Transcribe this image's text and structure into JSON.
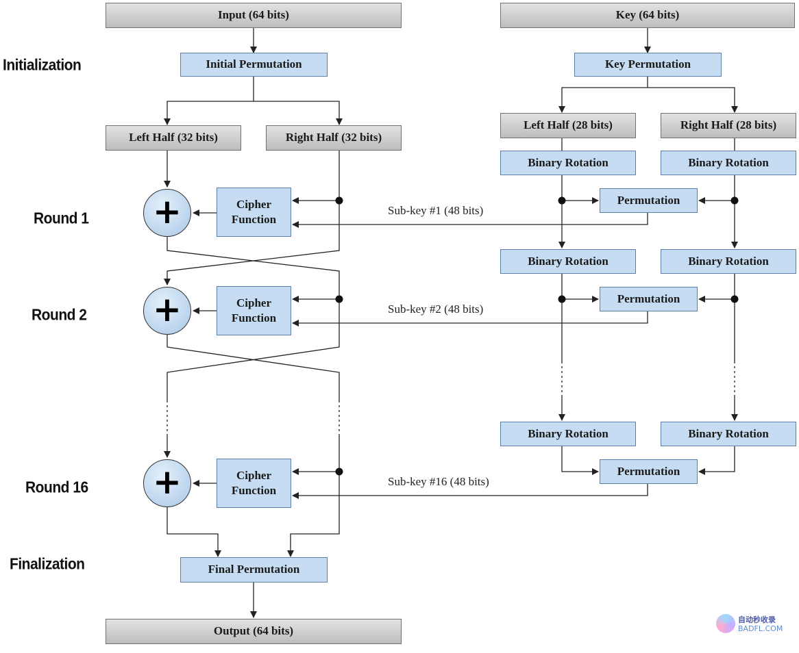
{
  "labels": {
    "initialization": "Initialization",
    "round1": "Round 1",
    "round2": "Round 2",
    "round16": "Round 16",
    "finalization": "Finalization"
  },
  "data_path": {
    "input": "Input (64 bits)",
    "initial_permutation": "Initial Permutation",
    "left_half": "Left Half (32 bits)",
    "right_half": "Right Half (32 bits)",
    "cipher_function": "Cipher\nFunction",
    "xor_symbol": "+",
    "final_permutation": "Final Permutation",
    "output": "Output (64 bits)"
  },
  "key_path": {
    "key": "Key (64 bits)",
    "key_permutation": "Key Permutation",
    "left_half": "Left Half (28 bits)",
    "right_half": "Right Half (28 bits)",
    "binary_rotation": "Binary Rotation",
    "permutation": "Permutation"
  },
  "subkeys": {
    "k1": "Sub-key #1 (48 bits)",
    "k2": "Sub-key #2 (48 bits)",
    "k16": "Sub-key #16 (48 bits)"
  },
  "watermark": {
    "line1": "自动秒收录",
    "line2": "BADFL.COM"
  },
  "colors": {
    "box_blue": "#c6dcf2",
    "box_gray": "#cfcfcf",
    "line": "#222222"
  }
}
